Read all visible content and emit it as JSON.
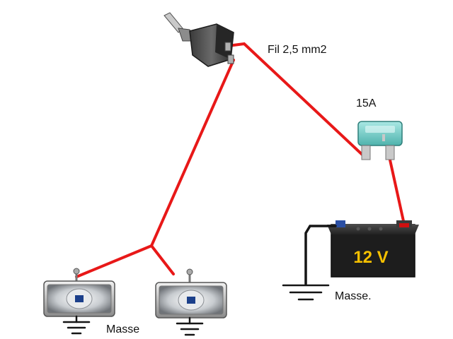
{
  "labels": {
    "wire": "Fil 2,5 mm2",
    "fuse": "15A",
    "battery_voltage": "12 V",
    "ground_battery": "Masse.",
    "ground_lamps": "Masse"
  },
  "colors": {
    "wire": "#e81818",
    "ground_wire": "#151515",
    "fuse": "#6cc9c4",
    "battery_body": "#1d1d1d",
    "battery_text": "#f5c000"
  }
}
